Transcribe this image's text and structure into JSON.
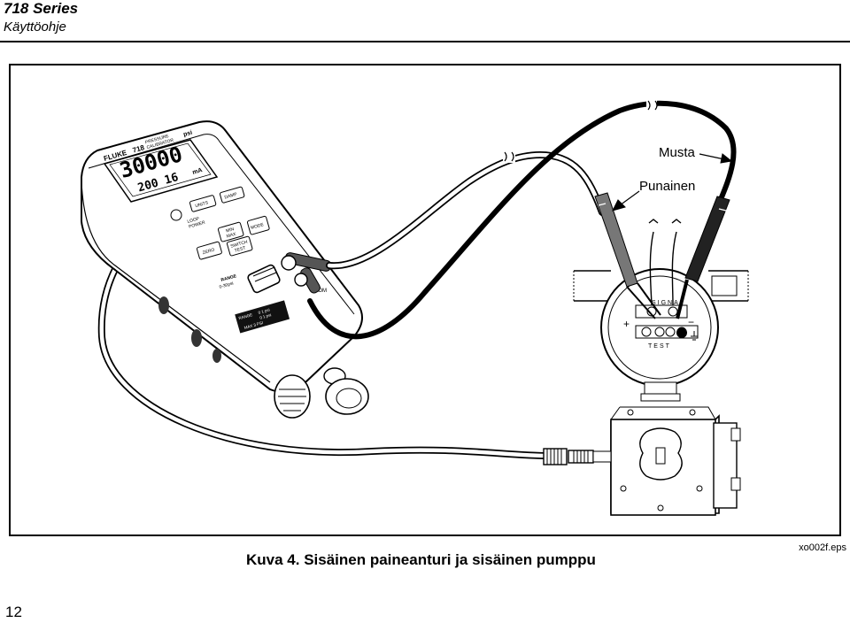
{
  "header": {
    "series": "718 Series",
    "subtitle": "Käyttöohje"
  },
  "figure": {
    "device": {
      "brand": "FLUKE",
      "model": "718",
      "model_title_line1": "PRESSURE",
      "model_title_line2": "CALIBRATOR",
      "display_primary": "30000",
      "display_primary_unit": "psi",
      "display_secondary": "200 16",
      "display_secondary_unit": "mA",
      "buttons": {
        "units": "UNITS",
        "damp": "DAMP",
        "loop_power_line1": "LOOP",
        "loop_power_line2": "POWER",
        "min_max_line1": "MIN",
        "min_max_line2": "MAX",
        "mode": "MODE",
        "zero": "ZERO",
        "switch_test_line1": "SWITCH",
        "switch_test_line2": "TEST"
      },
      "range_heading": "RANGE",
      "range_text": "0-30psi",
      "com_label": "COM",
      "label_plate": {
        "range": "RANGE",
        "v1": "0 1 psi",
        "v2": "0 1 psi",
        "max": "MAX  3 PSI"
      }
    },
    "transmitter": {
      "signal": "SIGNAL",
      "test": "TEST",
      "plus": "+",
      "minus": "−"
    },
    "labels": {
      "black": "Musta",
      "red": "Punainen"
    }
  },
  "caption": "Kuva 4. Sisäinen paineanturi ja sisäinen pumppu",
  "file_ref": "xo002f.eps",
  "page_number": "12"
}
